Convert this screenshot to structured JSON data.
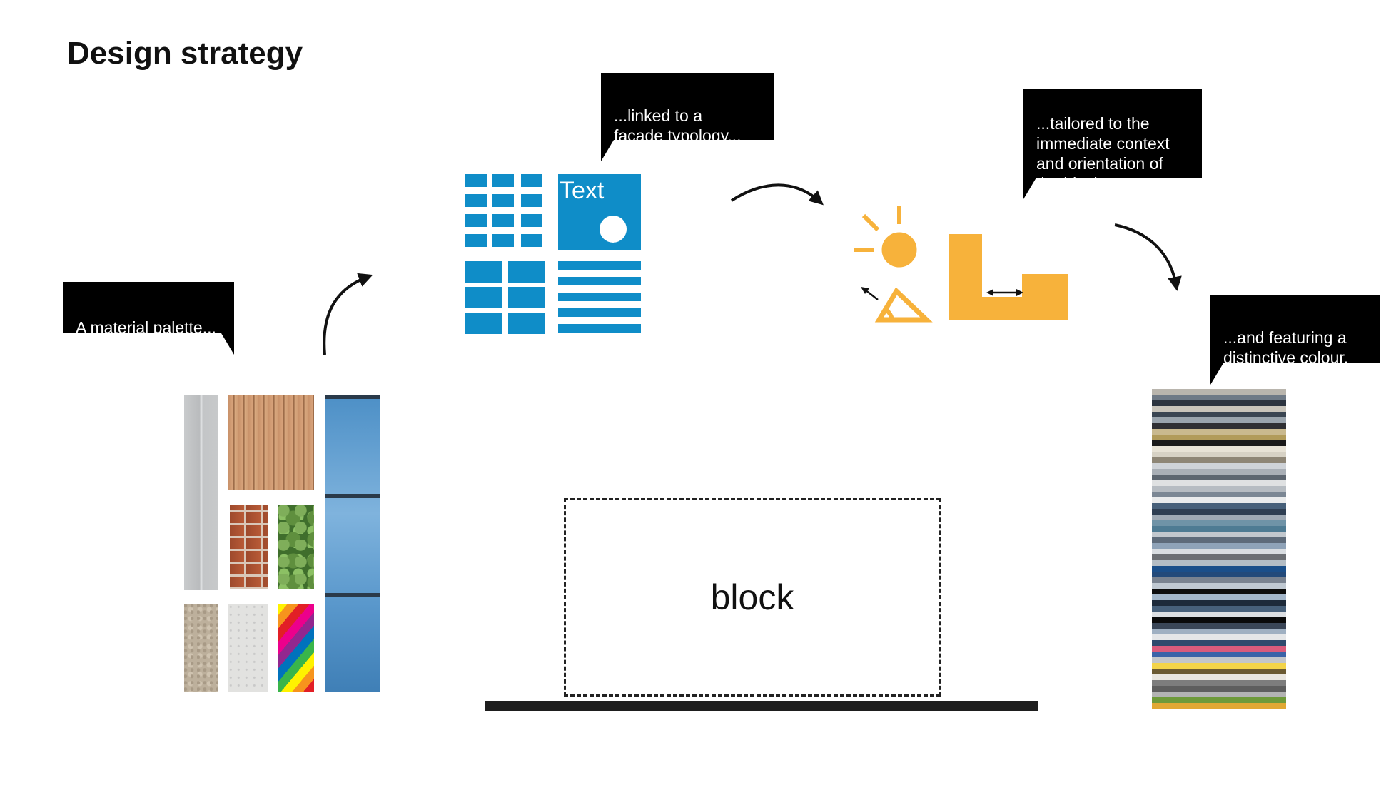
{
  "title": "Design strategy",
  "bubbles": {
    "material": "A material palette...",
    "facade": "...linked to a\nfaçade typology...",
    "context": "...tailored to the\nimmediate context\nand orientation of\nthe block...",
    "colour": "...and featuring a\ndistinctive colour."
  },
  "facade_icon": {
    "text_label": "Text"
  },
  "block_label": "block",
  "colors": {
    "facade_blue": "#0f8dc8",
    "context_yellow": "#f7b23b"
  },
  "colour_swatches": [
    "#b9b5ad",
    "#6f7a86",
    "#2c3440",
    "#c8c4bb",
    "#3a4552",
    "#9aa4ad",
    "#2f2f33",
    "#c9b98e",
    "#b19b5a",
    "#1a1a1a",
    "#e8e3d6",
    "#d7d2c5",
    "#8e8676",
    "#cfd3d8",
    "#a9afb6",
    "#5d6670",
    "#dfe1e2",
    "#b6bcc2",
    "#7b8794",
    "#e9ebec",
    "#47607a",
    "#2e3e52",
    "#9ea9b4",
    "#6f93a7",
    "#4e7b93",
    "#c2c8ce",
    "#5e6b7a",
    "#8fa3b8",
    "#d9dde1",
    "#6c6f74",
    "#b4bdc5",
    "#1b4f8a",
    "#234a7a",
    "#7a8390",
    "#c0c9d2",
    "#0d0d0d",
    "#a3b6c9",
    "#1d2a3a",
    "#47607a",
    "#dcdfe2",
    "#0a0a0a",
    "#3a4657",
    "#9fb0c2",
    "#e4e6e8",
    "#2f4a6d",
    "#d95b7c",
    "#3b63a8",
    "#c3c6ca",
    "#f3d44a",
    "#6b5a32",
    "#e9e6df",
    "#7d7d7d",
    "#5e5e5e",
    "#b3b3b3",
    "#6e9a3a",
    "#e0a834"
  ]
}
